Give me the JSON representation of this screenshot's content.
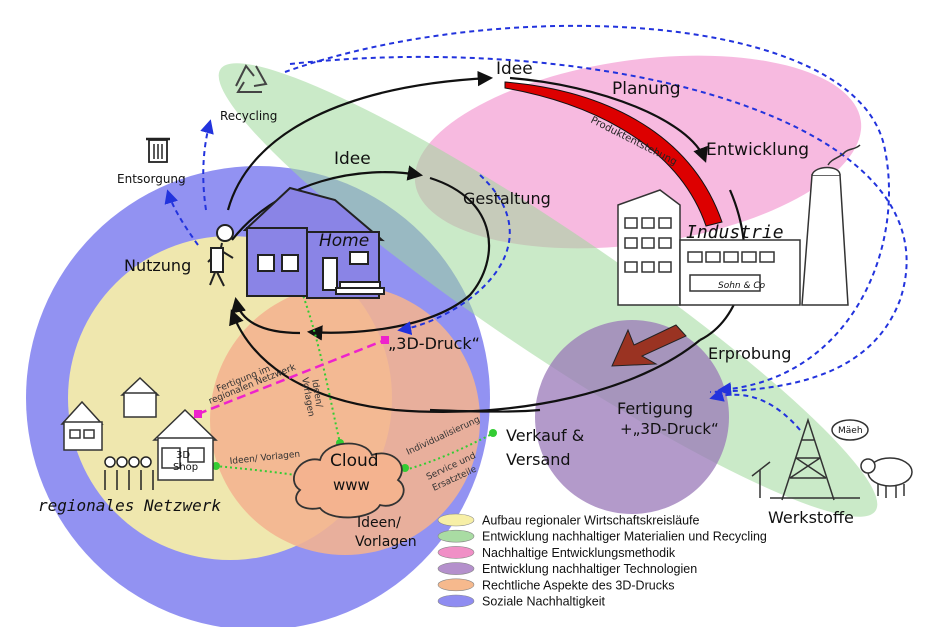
{
  "labels": {
    "idee_top": "Idee",
    "idee_mid": "Idee",
    "planung": "Planung",
    "entwicklung": "Entwicklung",
    "produktentstehung": "Produktentstehung",
    "gestaltung": "Gestaltung",
    "recycling": "Recycling",
    "entsorgung": "Entsorgung",
    "nutzung": "Nutzung",
    "home": "Home",
    "industrie": "Industrie",
    "sohn_co": "Sohn & Co",
    "druck_home": "„3D-Druck“",
    "erprobung": "Erprobung",
    "fertigung_line1": "Fertigung",
    "fertigung_line2": "+„3D-Druck“",
    "verkauf_line1": "Verkauf &",
    "verkauf_line2": "Versand",
    "cloud_line1": "Cloud",
    "cloud_line2": "www",
    "ideen_vorlagen_line1": "Ideen/",
    "ideen_vorlagen_line2": "Vorlagen",
    "regionales_netzwerk": "regionales Netzwerk",
    "werkstoffe": "Werkstoffe",
    "shop_line1": "3D",
    "shop_line2": "Shop",
    "maeh": "Mäeh",
    "fertigung_im_line1": "Fertigung im",
    "fertigung_im_line2": "regionalen Netzwerk",
    "ideen_vorlagen_small": "Ideen/ Vorlagen",
    "ideen_vorlagen_vertical_line1": "Ideen/",
    "ideen_vorlagen_vertical_line2": "Vorlagen",
    "individualisierung": "Individualisierung",
    "service_line1": "Service und",
    "service_line2": "Ersatzteile"
  },
  "legend": [
    {
      "label": "Aufbau regionaler Wirtschaftskreisläufe",
      "color": "#f7efa6"
    },
    {
      "label": "Entwicklung nachhaltiger Materialien und Recycling",
      "color": "#a9dca3"
    },
    {
      "label": "Nachhaltige Entwicklungsmethodik",
      "color": "#f08fc6"
    },
    {
      "label": "Entwicklung nachhaltiger Technologien",
      "color": "#b490cc"
    },
    {
      "label": "Rechtliche Aspekte des 3D-Drucks",
      "color": "#f6b98d"
    },
    {
      "label": "Soziale Nachhaltigkeit",
      "color": "#8f8cf1"
    }
  ],
  "colors": {
    "soziale_blue": "#7f7ff0",
    "regional_yellow": "#f7efa8",
    "rechtlich_orange": "#f4b38f",
    "material_green": "#9fd99a",
    "methodik_pink": "#f28ccc",
    "technologie_purple": "#9a78b8",
    "dashed_blue": "#2233dd",
    "dotted_green": "#33cc33",
    "magenta": "#ee22cc",
    "red_band": "#dd0000",
    "brown_arrow": "#9a3322"
  }
}
